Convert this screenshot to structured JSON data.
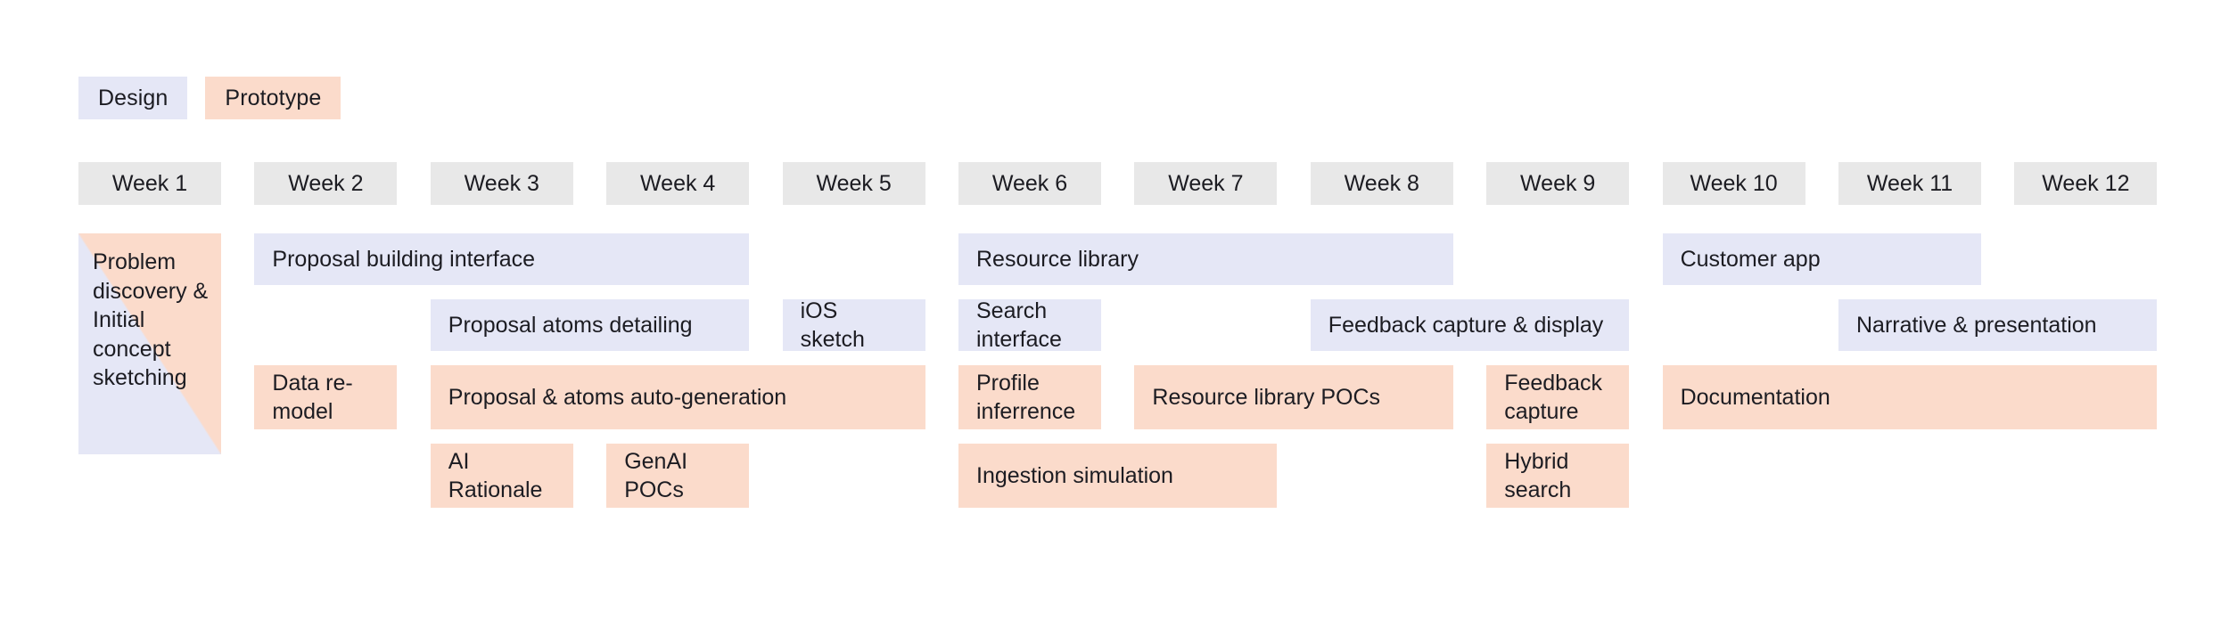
{
  "legend": {
    "items": [
      {
        "label": "Design",
        "color": "#E5E7F6",
        "key": "design"
      },
      {
        "label": "Prototype",
        "color": "#FBDBCB",
        "key": "prototype"
      }
    ]
  },
  "timeline": {
    "columns": [
      "Week 1",
      "Week 2",
      "Week 3",
      "Week 4",
      "Week 5",
      "Week 6",
      "Week 7",
      "Week 8",
      "Week 9",
      "Week 10",
      "Week 11",
      "Week 12"
    ]
  },
  "phase_block": {
    "label": "Problem discovery & Initial concept sketching",
    "start_week": 1,
    "end_week": 1,
    "fill_top": "#E5E7F6",
    "fill_bottom": "#FBDBCB"
  },
  "chart_data": {
    "type": "gantt",
    "title": "",
    "xlabel": "",
    "ylabel": "",
    "categories": [
      "Week 1",
      "Week 2",
      "Week 3",
      "Week 4",
      "Week 5",
      "Week 6",
      "Week 7",
      "Week 8",
      "Week 9",
      "Week 10",
      "Week 11",
      "Week 12"
    ],
    "legend": [
      "Design",
      "Prototype"
    ],
    "legend_position": "top-left",
    "grid": false,
    "xlim": [
      1,
      12
    ],
    "rows": [
      {
        "row": 1,
        "tasks": [
          {
            "label": "Problem discovery & Initial concept sketching",
            "start": 1,
            "end": 1,
            "track": "both"
          },
          {
            "label": "Proposal building interface",
            "start": 2,
            "end": 4,
            "track": "design"
          },
          {
            "label": "Resource library",
            "start": 6,
            "end": 8,
            "track": "design"
          },
          {
            "label": "Customer app",
            "start": 10,
            "end": 11,
            "track": "design"
          }
        ]
      },
      {
        "row": 2,
        "tasks": [
          {
            "label": "Proposal atoms detailing",
            "start": 3,
            "end": 4,
            "track": "design"
          },
          {
            "label": "iOS sketch",
            "start": 5,
            "end": 5,
            "track": "design"
          },
          {
            "label": "Search interface",
            "start": 6,
            "end": 6,
            "track": "design"
          },
          {
            "label": "Feedback capture & display",
            "start": 8,
            "end": 9,
            "track": "design"
          },
          {
            "label": "Narrative & presentation",
            "start": 11,
            "end": 12,
            "track": "design"
          }
        ]
      },
      {
        "row": 3,
        "tasks": [
          {
            "label": "Data re-model",
            "start": 2,
            "end": 2,
            "track": "prototype"
          },
          {
            "label": "Proposal & atoms auto-generation",
            "start": 3,
            "end": 5,
            "track": "prototype"
          },
          {
            "label": "Profile inferrence",
            "start": 6,
            "end": 6,
            "track": "prototype"
          },
          {
            "label": "Resource library POCs",
            "start": 7,
            "end": 8,
            "track": "prototype"
          },
          {
            "label": "Feedback capture",
            "start": 9,
            "end": 9,
            "track": "prototype"
          },
          {
            "label": "Documentation",
            "start": 10,
            "end": 12,
            "track": "prototype"
          }
        ]
      },
      {
        "row": 4,
        "tasks": [
          {
            "label": "AI Rationale",
            "start": 3,
            "end": 3,
            "track": "prototype"
          },
          {
            "label": "GenAI POCs",
            "start": 4,
            "end": 4,
            "track": "prototype"
          },
          {
            "label": "Ingestion simulation",
            "start": 6,
            "end": 7,
            "track": "prototype"
          },
          {
            "label": "Hybrid search",
            "start": 9,
            "end": 9,
            "track": "prototype"
          }
        ]
      }
    ]
  }
}
